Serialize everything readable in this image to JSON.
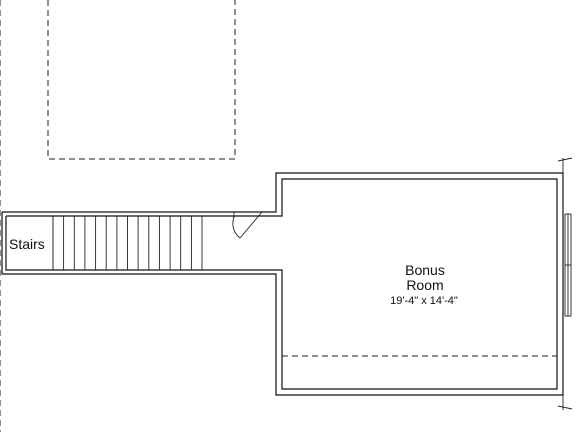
{
  "rooms": {
    "stairs": {
      "label": "Stairs"
    },
    "bonus": {
      "name_line1": "Bonus",
      "name_line2": "Room",
      "dimensions": "19'-4\" x 14'-4\""
    }
  },
  "colors": {
    "line": "#111111",
    "background": "#ffffff"
  },
  "stairs": {
    "tread_count": 15
  }
}
